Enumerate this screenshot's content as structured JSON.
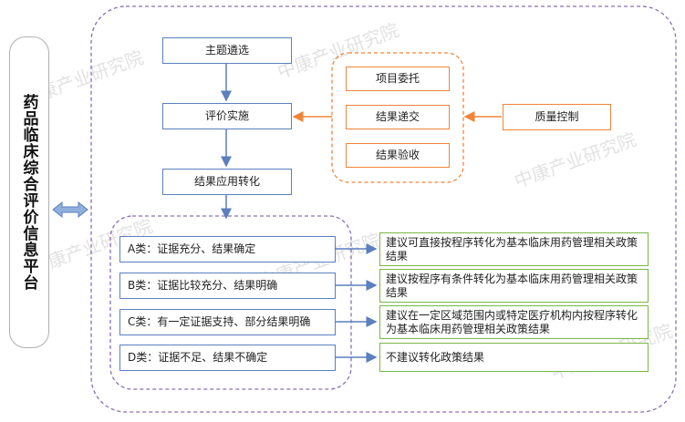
{
  "sidebar": {
    "title": "药品临床综合评价信息平台"
  },
  "flow": {
    "topic": "主题遴选",
    "implement": "评价实施",
    "apply": "结果应用转化"
  },
  "orange_group": {
    "commission": "项目委托",
    "submit": "结果递交",
    "accept": "结果验收",
    "quality": "质量控制"
  },
  "categories": [
    {
      "label": "A类：证据充分、结果确定",
      "advice": "建议可直接按程序转化为基本临床用药管理相关政策结果"
    },
    {
      "label": "B类：证据比较充分、结果明确",
      "advice": "建议按程序有条件转化为基本临床用药管理相关政策结果"
    },
    {
      "label": "C类：有一定证据支持、部分结果明确",
      "advice": "建议在一定区域范围内或特定医疗机构内按程序转化为基本临床用药管理相关政策结果"
    },
    {
      "label": "D类：证据不足、结果不确定",
      "advice": "不建议转化政策结果"
    }
  ],
  "watermark": "中康产业研究院",
  "colors": {
    "blue": "#5b7fbf",
    "orange": "#f0853a",
    "green": "#7ab648",
    "purple": "#8a6fb3"
  }
}
